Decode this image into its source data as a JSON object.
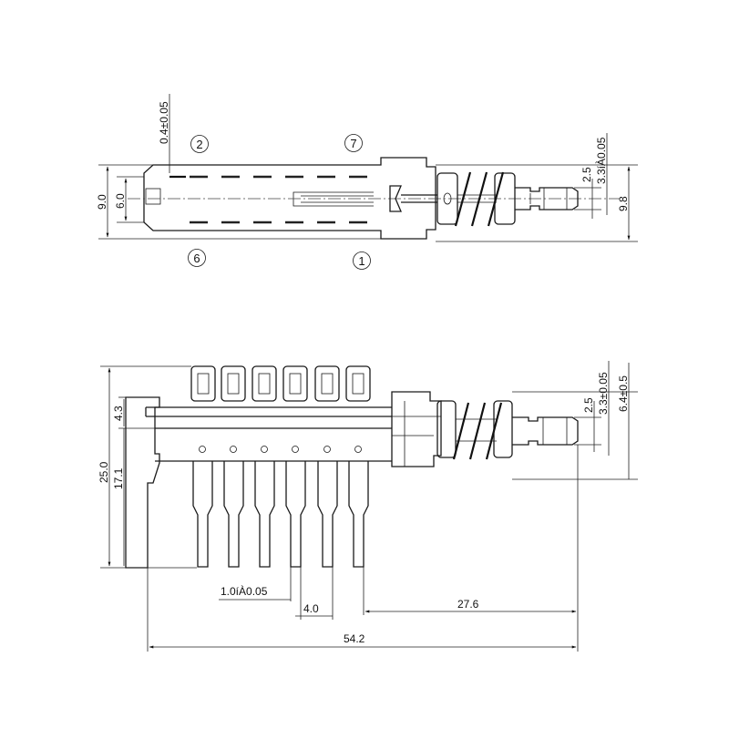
{
  "top_view": {
    "pin_labels": {
      "p2": "2",
      "p7": "7",
      "p6": "6",
      "p1": "1"
    },
    "dims": {
      "tol_width": "0.4±0.05",
      "height_9": "9.0",
      "height_6": "6.0",
      "d25": "2.5",
      "d33": "3.3íÀ0.05",
      "d98": "9.8"
    }
  },
  "side_view": {
    "dims": {
      "d43": "4.3",
      "d250": "25.0",
      "d171": "17.1",
      "d33": "3.3±0.05",
      "d64": "6.4±0.5",
      "d25": "2.5",
      "pin_w": "1.0íÀ0.05",
      "pitch": "4.0",
      "d276": "27.6",
      "d542": "54.2"
    }
  }
}
